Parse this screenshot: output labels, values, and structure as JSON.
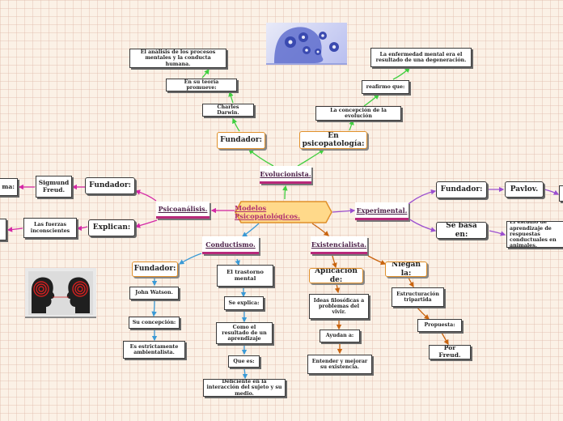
{
  "colors": {
    "background": "#fbf1e6",
    "center_fill": "#ffd98a",
    "center_border": "#e0902a",
    "center_text": "#b03070",
    "green": "#3fcf3f",
    "magenta": "#d428a6",
    "purple": "#9b4fd0",
    "blue": "#3a9ad6",
    "orange": "#c9640f"
  },
  "central": "Modelos Psicopatológicos.",
  "evolucionista": {
    "title": "Evolucionista.",
    "fundador_label": "Fundador:",
    "fundador_name": "Charles Darwin.",
    "teoria": "En su teoría promueve:",
    "analisis": "El análisis de los procesos mentales y la conducta humana.",
    "psico_label": "En psicopatología:",
    "concepcion": "La concepción de la evolución",
    "reafirmo": "reafirmo que:",
    "enfermedad": "La enfermedad mental era el resultado de una degeneración."
  },
  "psicoanalisis": {
    "title": "Psicoanálisis.",
    "fundador_label": "Fundador:",
    "fundador_name": "Sigmund Freud.",
    "creo_label": "ma:",
    "explican_label": "Explican:",
    "fuerzas": "Las fuerzas inconscientes"
  },
  "experimental": {
    "title": "Experimental.",
    "fundador_label": "Fundador:",
    "fundador_name": "Pavlov.",
    "basa_label": "Se basa en:",
    "estudio": "El estudio de aprendizaje de respuestas conductuales en animales."
  },
  "conductismo": {
    "title": "Conductismo.",
    "fundador_label": "Fundador:",
    "fundador_name": "John Watson.",
    "concepcion_label": "Su concepción:",
    "concepcion": "Es estrictamente ambientalista.",
    "trastorno": "El trastorno mental",
    "explica": "Se explica:",
    "como": "Como el resultado de un aprendizaje",
    "que_es": "Que es:",
    "deficiente": "Deficiente en la interacción del sujeto y su medio."
  },
  "existencialista": {
    "title": "Existencialista.",
    "aplicacion_label": "Aplicación de:",
    "ideas": "Ideas filosóficas a problemas del vivir.",
    "ayudan": "Ayudan a:",
    "entender": "Entender y mejorar su existencia.",
    "niegan_label": "Niegan la:",
    "estructuracion": "Estructuración tripartida",
    "propuesta": "Propuesta:",
    "freud": "Por Freud."
  },
  "images": [
    "gears-head-icon",
    "two-heads-icon"
  ]
}
